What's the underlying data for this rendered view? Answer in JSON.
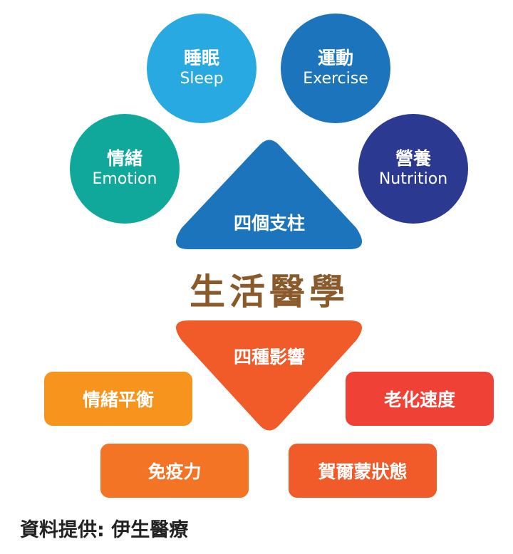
{
  "pillars": {
    "sleep": {
      "zh": "睡眠",
      "en": "Sleep",
      "color": "#29a9e1"
    },
    "exercise": {
      "zh": "運動",
      "en": "Exercise",
      "color": "#1c75bc"
    },
    "emotion": {
      "zh": "情緒",
      "en": "Emotion",
      "color": "#10a89b"
    },
    "nutrition": {
      "zh": "營養",
      "en": "Nutrition",
      "color": "#2b3990"
    }
  },
  "pillars_label": "四個支柱",
  "title": "生活醫學",
  "impacts_label": "四種影響",
  "impacts": [
    {
      "label": "情緒平衡",
      "color": "#f7941d"
    },
    {
      "label": "老化速度",
      "color": "#ef4136"
    },
    {
      "label": "免疫力",
      "color": "#f37424"
    },
    {
      "label": "賀爾蒙狀態",
      "color": "#f15a29"
    }
  ],
  "footer": "資料提供: 伊生醫療"
}
